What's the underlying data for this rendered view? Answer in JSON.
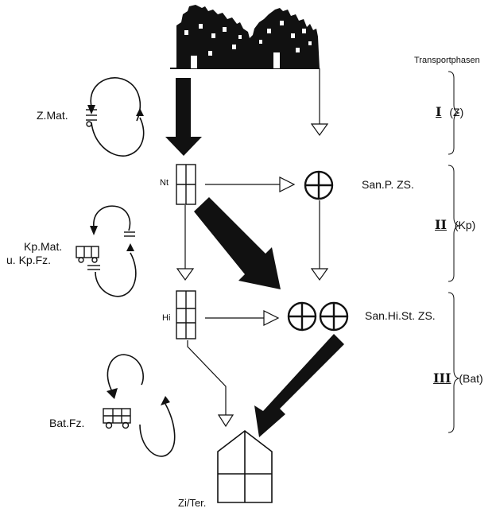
{
  "header": {
    "transport_title": "Transportphasen"
  },
  "phases": [
    {
      "roman": "I",
      "code": "(Z)"
    },
    {
      "roman": "II",
      "code": "(Kp)"
    },
    {
      "roman": "III",
      "code": "(Bat)"
    }
  ],
  "left_labels": {
    "z_mat": "Z.Mat.",
    "kp_mat_line1": "Kp.Mat.",
    "kp_mat_line2": "u. Kp.Fz.",
    "bat_fz": "Bat.Fz."
  },
  "stations": {
    "nt": "Nt",
    "hi": "Hi",
    "san_p": "San.P. ZS.",
    "san_hi": "San.Hi.St. ZS.",
    "zi_ter": "Zi/Ter."
  },
  "colors": {
    "ink": "#111111",
    "background": "#ffffff"
  }
}
